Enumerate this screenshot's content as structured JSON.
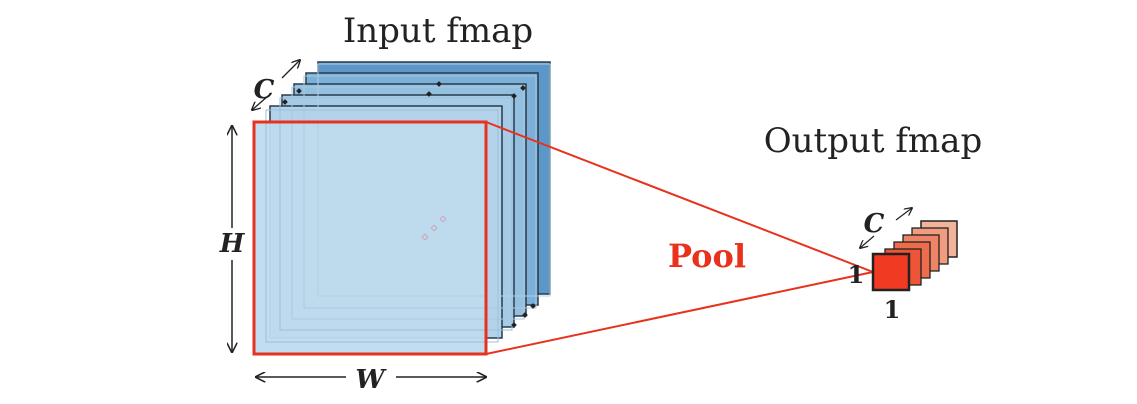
{
  "labels": {
    "input_title": "Input fmap",
    "output_title": "Output fmap",
    "operation": "Pool",
    "channels": "C",
    "height": "H",
    "width": "W",
    "output_h": "1",
    "output_w": "1",
    "output_channels": "C"
  },
  "colors": {
    "input_fill": "#bfdcef",
    "input_back": "#5b97c9",
    "input_edge": "#2a3a4a",
    "highlight": "#e8321e",
    "output_front": "#f13a22",
    "output_back": "#f3b49a"
  }
}
